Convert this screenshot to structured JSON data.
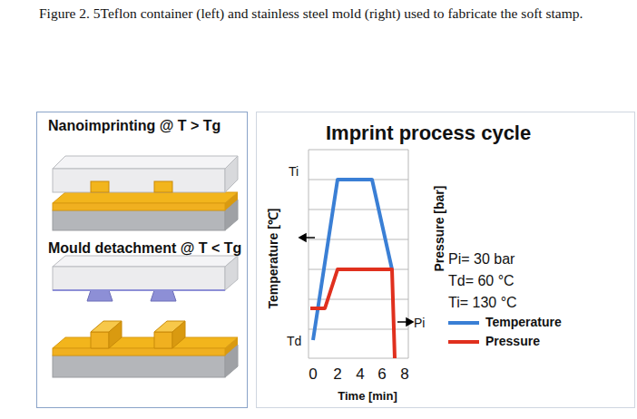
{
  "diagram": {
    "caption": "Figure 2. 5Teflon container (left) and stainless steel mold (right) used to fabricate the soft stamp.",
    "nodes": [
      {
        "text": [
          "Nanoimprinting @ T > Tg",
          "Mould detachment @ T < Tg"
        ]
      },
      {
        "text": [
          "Imprint process cycle"
        ]
      }
    ],
    "labels": [
      "Ti",
      "Td",
      "Temperature [℃]",
      "Pi",
      "Pressure [bar]",
      "Pi= 30 bar",
      "Td= 60 °C",
      "Ti= 130 °C",
      "0",
      "2",
      "4",
      "6",
      "8",
      "Time [min]"
    ],
    "legend": [
      {
        "text": "Temperature",
        "color": "#3a7fd5"
      },
      {
        "text": "Pressure",
        "color": "#e0301e"
      }
    ]
  }
}
